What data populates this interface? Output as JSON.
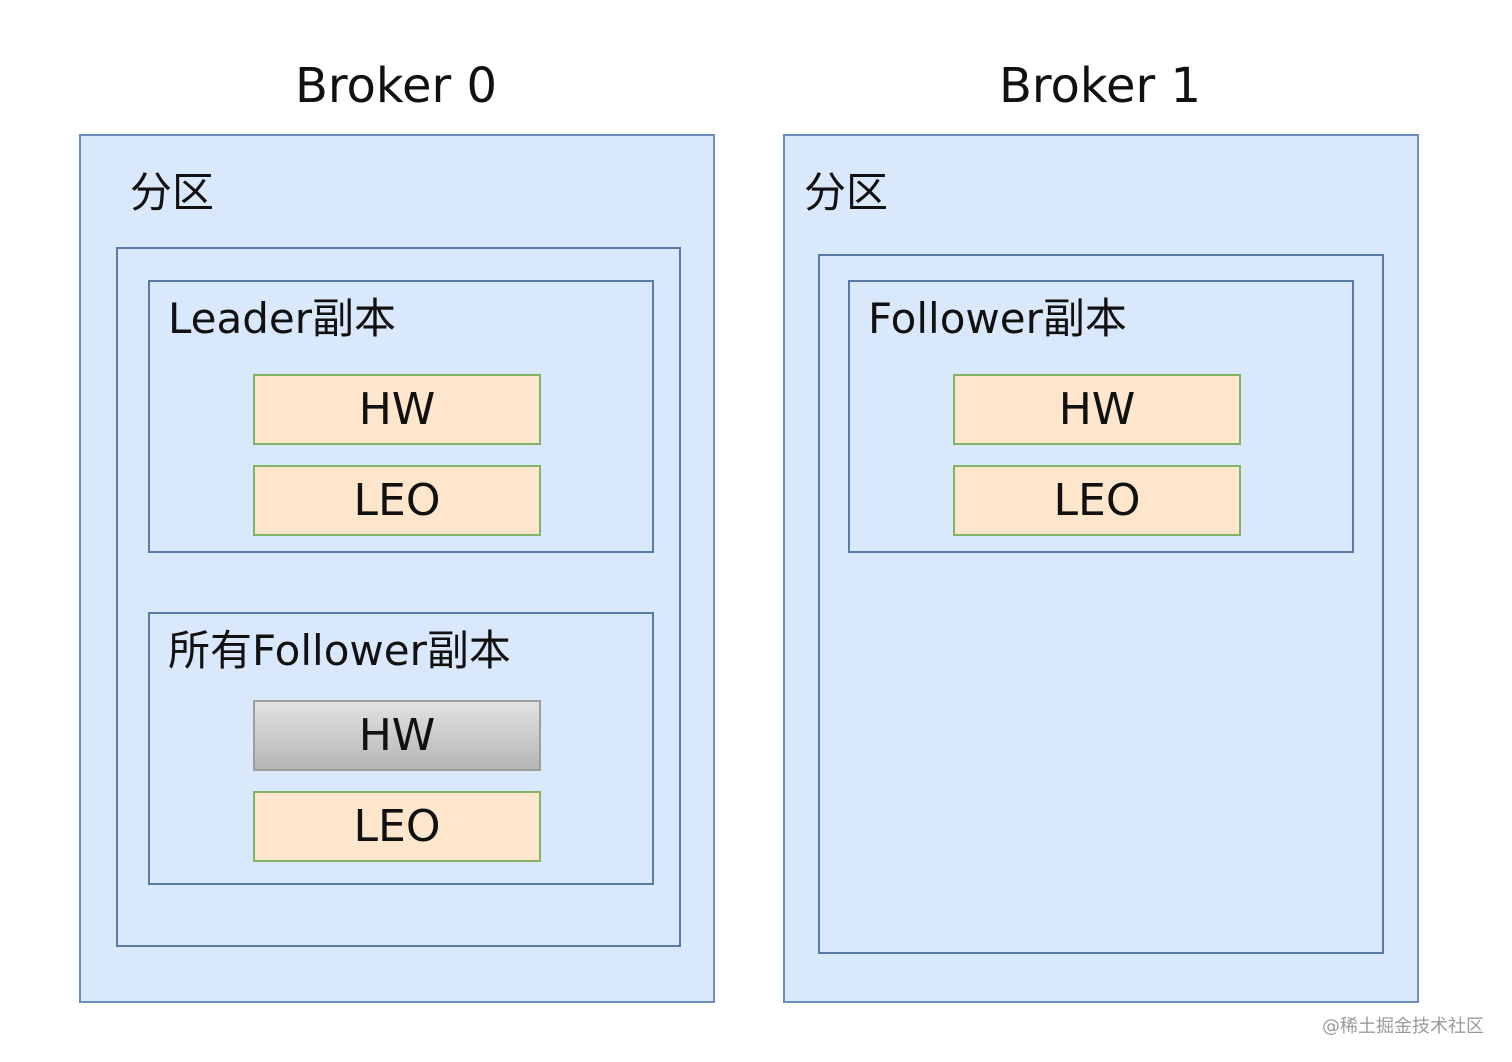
{
  "brokers": [
    {
      "title": "Broker 0",
      "partition_label": "分区",
      "groups": [
        {
          "label": "Leader副本",
          "fields": [
            "HW",
            "LEO"
          ]
        },
        {
          "label": "所有Follower副本",
          "fields": [
            "HW",
            "LEO"
          ]
        }
      ]
    },
    {
      "title": "Broker 1",
      "partition_label": "分区",
      "groups": [
        {
          "label": "Follower副本",
          "fields": [
            "HW",
            "LEO"
          ]
        }
      ]
    }
  ],
  "colors": {
    "container_fill": "#dae8fc",
    "container_border": "#6c8ebf",
    "field_fill": "#fde6cc",
    "field_border": "#82b366",
    "field_inactive_fill": "#c8c8c8"
  },
  "watermark": "@稀土掘金技术社区"
}
